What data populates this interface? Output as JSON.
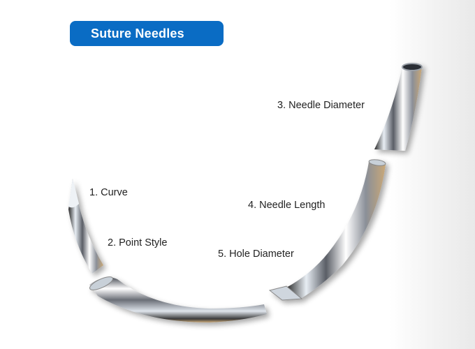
{
  "title": "Suture Needles",
  "labels": [
    {
      "id": "curve",
      "text": "1. Curve"
    },
    {
      "id": "point-style",
      "text": "2. Point Style"
    },
    {
      "id": "needle-diameter",
      "text": "3. Needle Diameter"
    },
    {
      "id": "needle-length",
      "text": "4. Needle Length"
    },
    {
      "id": "hole-diameter",
      "text": "5. Hole Diameter"
    }
  ],
  "colors": {
    "title_bg": "#0a6cc4",
    "title_text": "#ffffff",
    "label_text": "#222222"
  }
}
